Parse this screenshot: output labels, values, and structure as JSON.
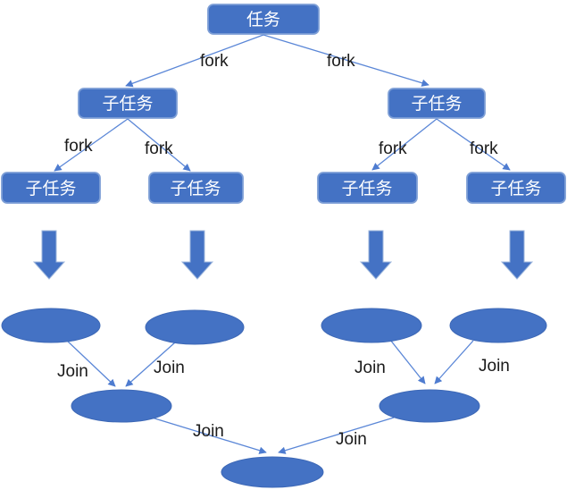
{
  "diagram": {
    "type": "fork-join-task-diagram",
    "background": "#ffffff",
    "colors": {
      "shape_fill": "#4472C4",
      "shape_border": "#7E9FD6",
      "connector": "#5B87D7",
      "node_text": "#ffffff",
      "edge_label_text": "#1a1a1a"
    },
    "boxes": [
      {
        "id": "task-root",
        "label": "任务"
      },
      {
        "id": "subtask-left",
        "label": "子任务"
      },
      {
        "id": "subtask-right",
        "label": "子任务"
      },
      {
        "id": "subtask-leaf-1",
        "label": "子任务"
      },
      {
        "id": "subtask-leaf-2",
        "label": "子任务"
      },
      {
        "id": "subtask-leaf-3",
        "label": "子任务"
      },
      {
        "id": "subtask-leaf-4",
        "label": "子任务"
      }
    ],
    "fork_labels": [
      "fork",
      "fork",
      "fork",
      "fork",
      "fork",
      "fork"
    ],
    "join_labels": [
      "Join",
      "Join",
      "Join",
      "Join",
      "Join",
      "Join"
    ]
  }
}
